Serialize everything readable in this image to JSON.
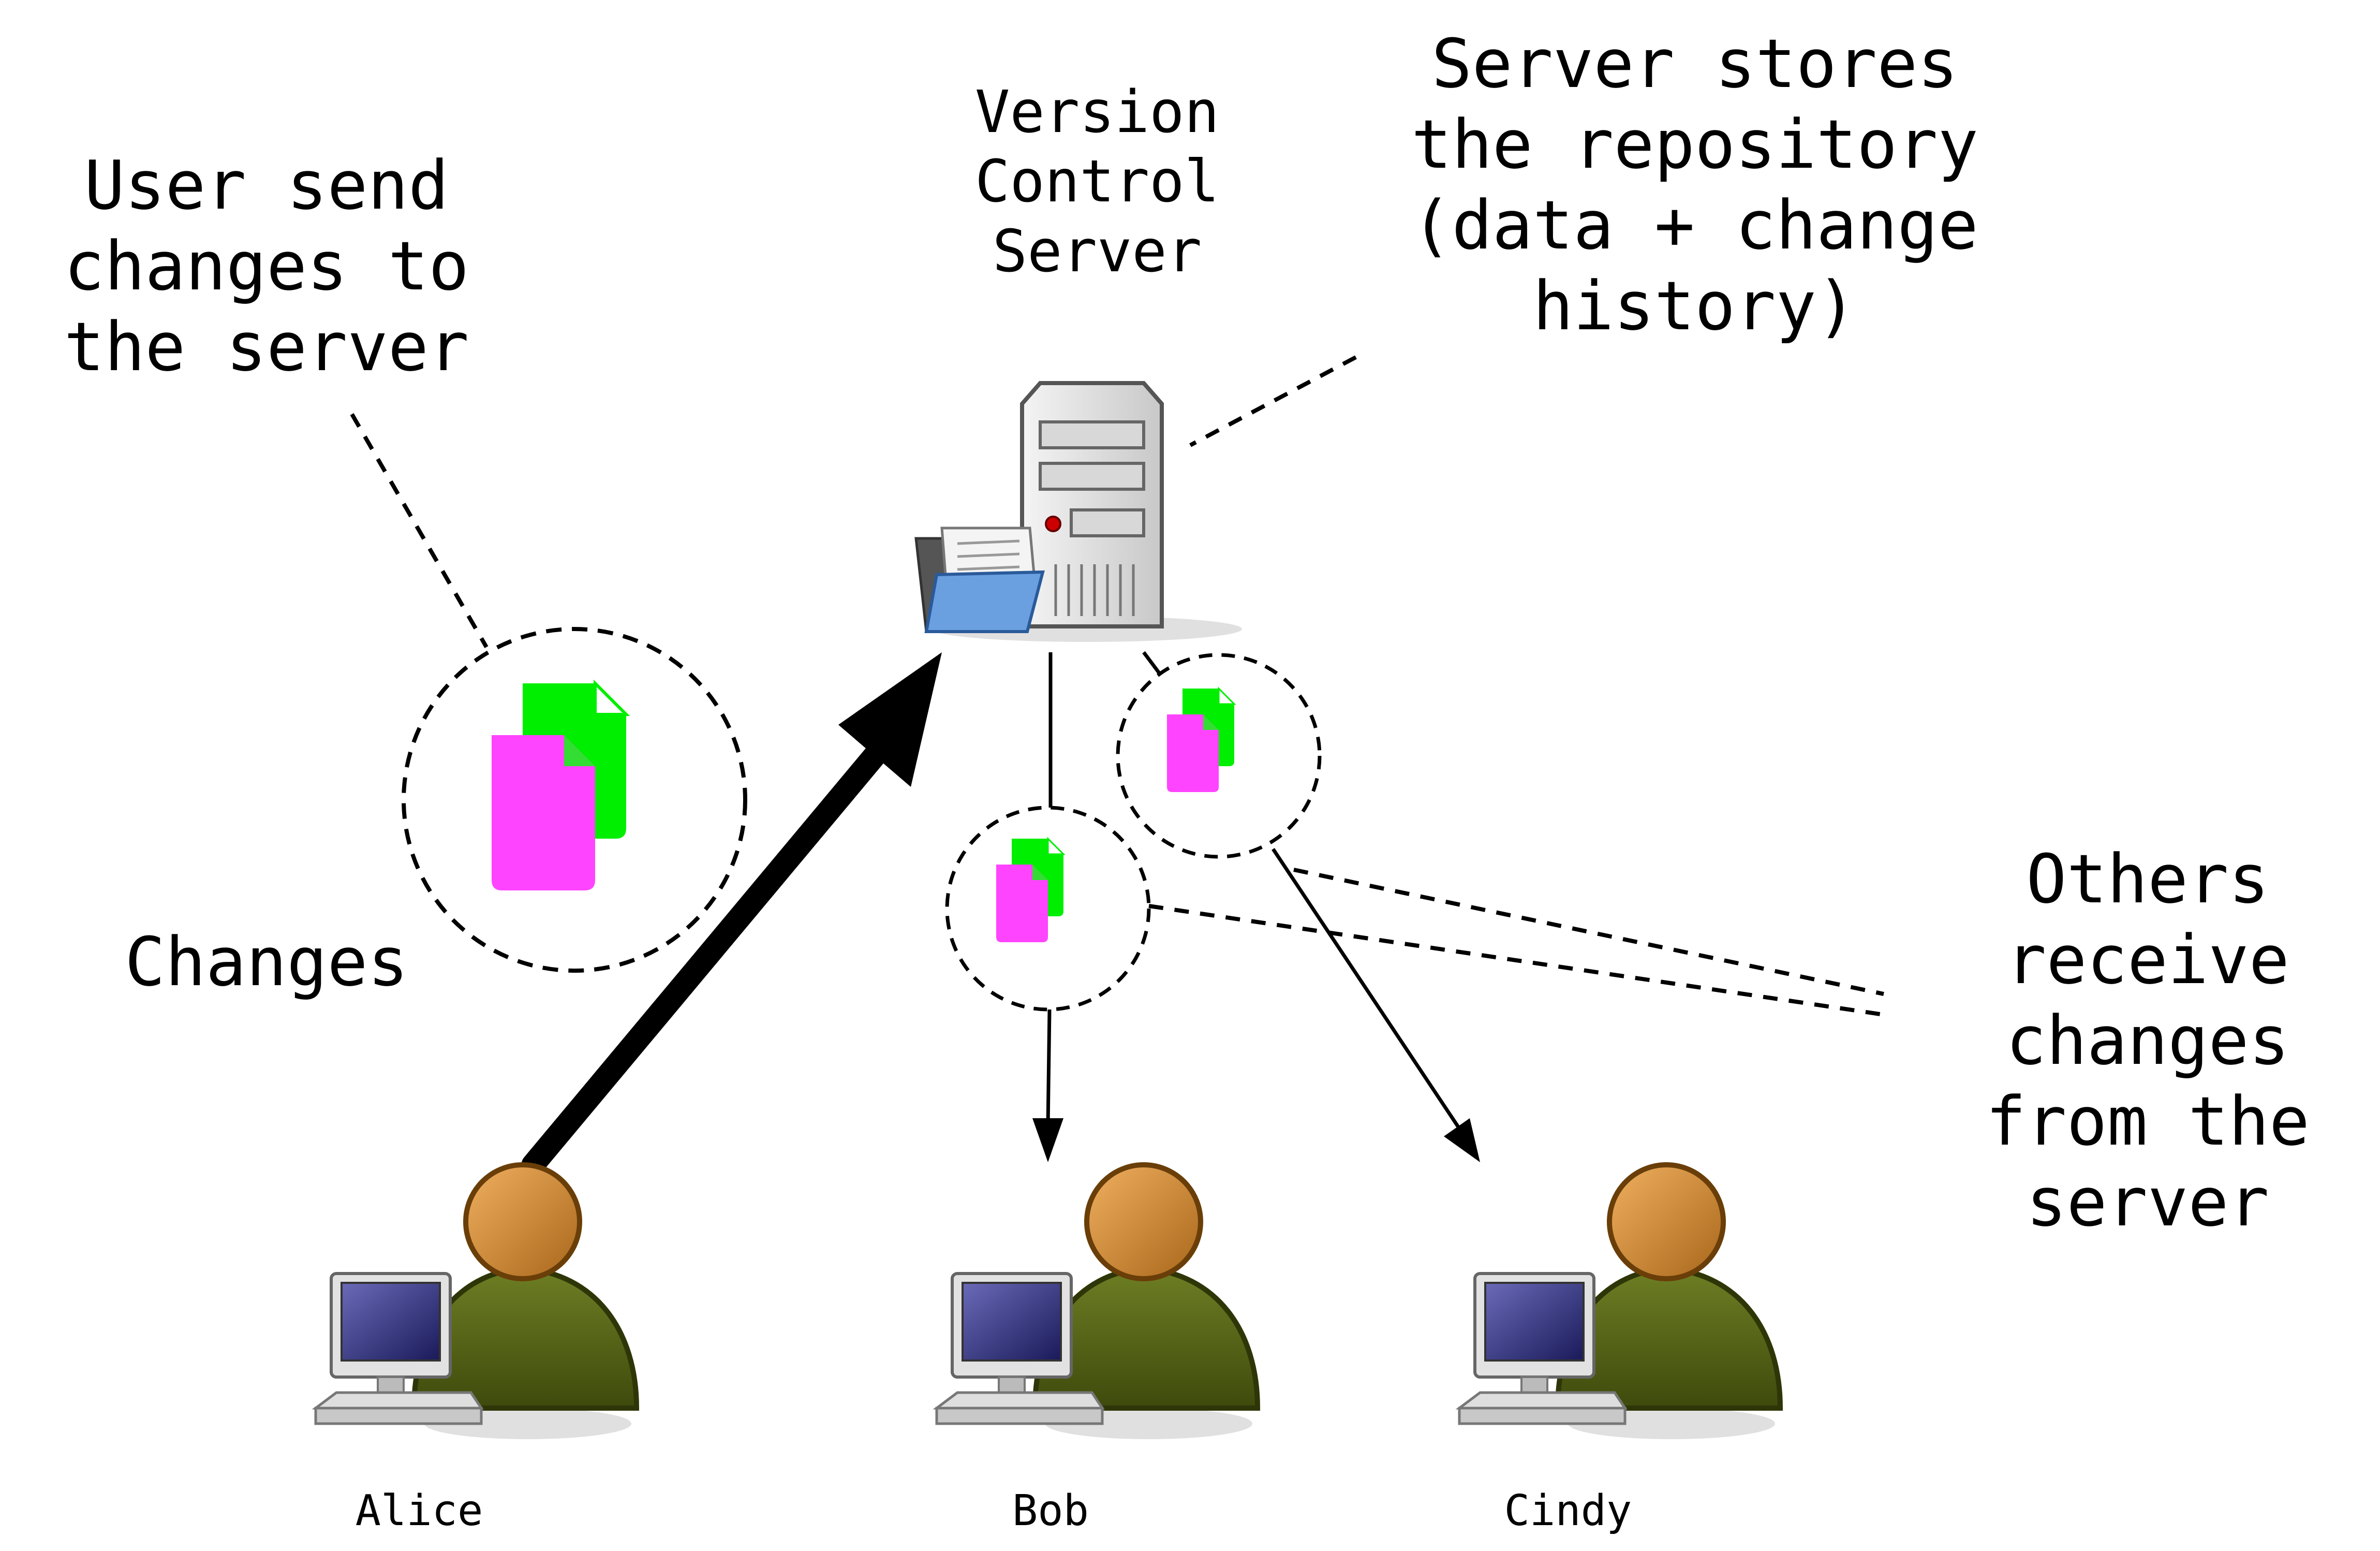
{
  "annotations": {
    "user_send": "User send\nchanges to\nthe server",
    "server_stores": "Server stores\nthe repository\n(data + change\nhistory)",
    "server_name": "Version\nControl\nServer",
    "changes": "Changes",
    "others_receive": "Others\nreceive\nchanges\nfrom the\nserver"
  },
  "users": [
    {
      "name": "Alice"
    },
    {
      "name": "Bob"
    },
    {
      "name": "Cindy"
    }
  ],
  "colors": {
    "doc_front": "#ff44ff",
    "doc_back": "#00ee00",
    "person_body": "#5a6a1a",
    "person_head": "#c8862a",
    "screen": "#2a2a7a",
    "arrow": "#000000"
  },
  "icons": {
    "server": "server-icon",
    "folder": "folder-icon",
    "user": "user-computer-icon",
    "changes": "documents-icon"
  }
}
